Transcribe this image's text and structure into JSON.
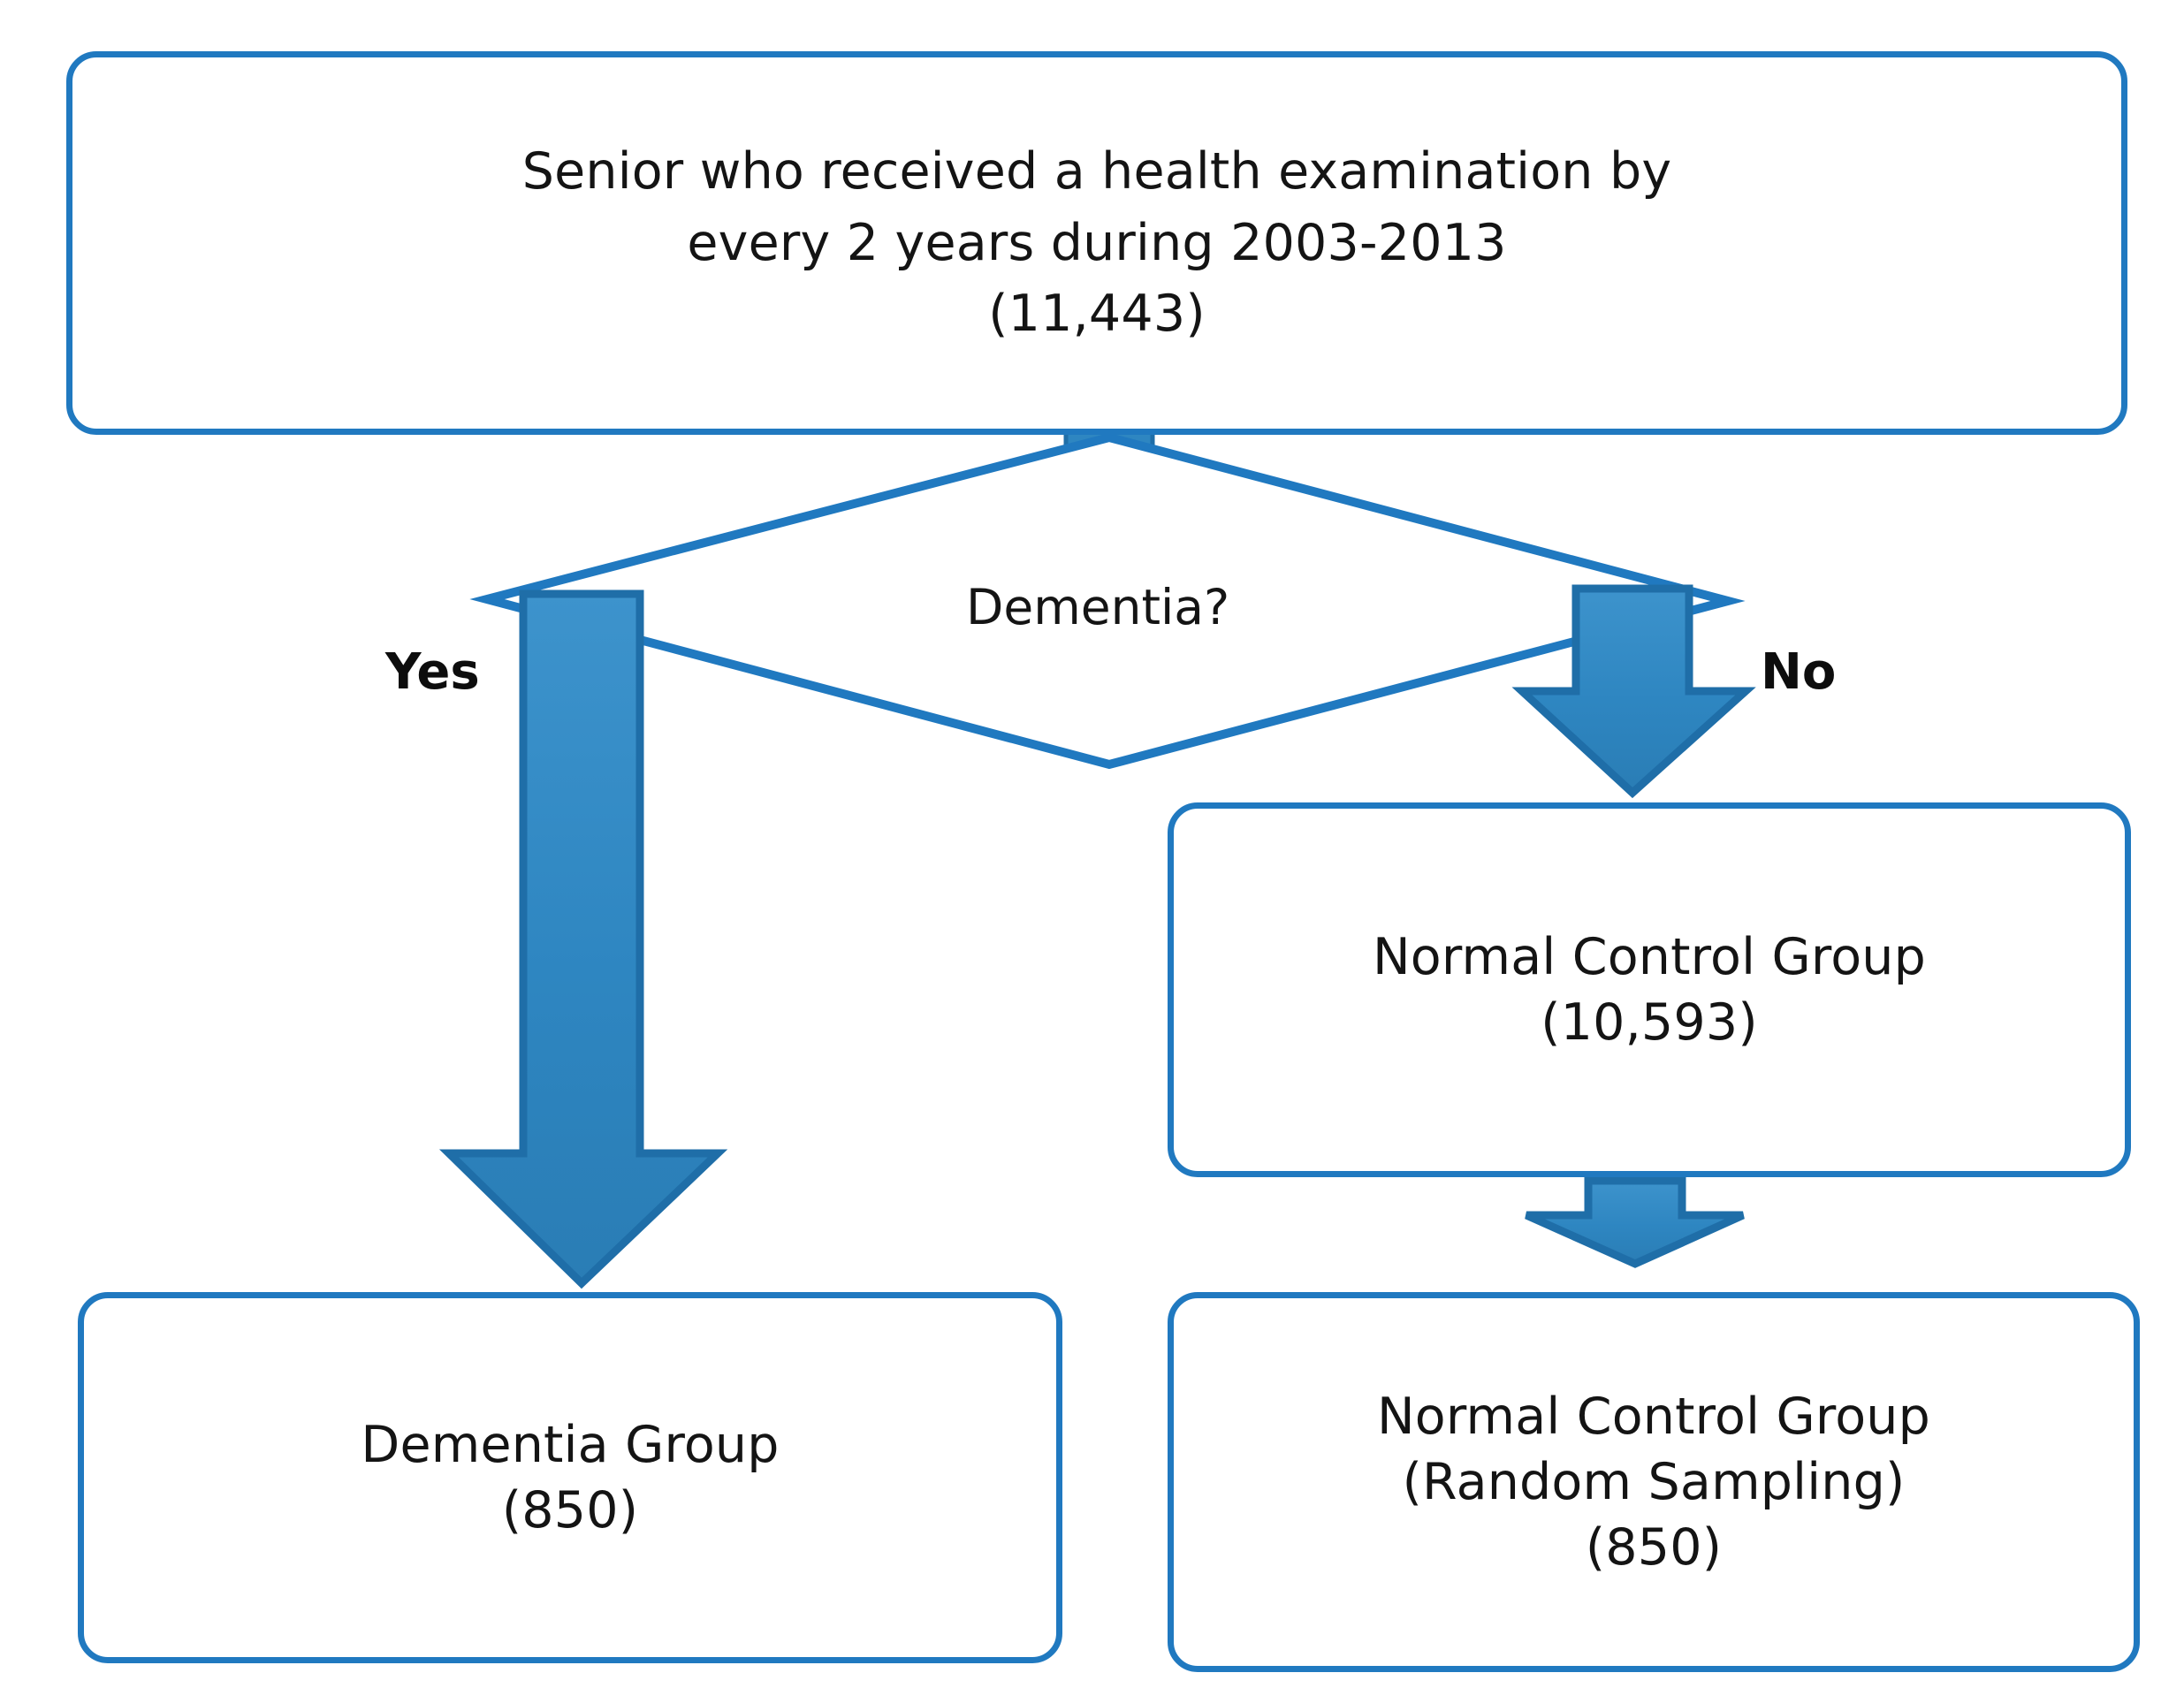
{
  "diagram": {
    "title": "Study population selection flowchart",
    "colors": {
      "outline_blue": "#2079c0",
      "arrow_fill": "#2e86c1",
      "arrow_stroke": "#1f6ea8",
      "text_black": "#141414",
      "background": "#ffffff"
    },
    "nodes": {
      "source_population": {
        "shape": "rounded-rectangle",
        "lines": [
          "Senior who received a health examination by",
          "every 2 years during 2003-2013",
          "(11,443)"
        ],
        "count": "11,443"
      },
      "decision": {
        "shape": "diamond",
        "label": "Dementia?"
      },
      "normal_control": {
        "shape": "rounded-rectangle",
        "lines": [
          "Normal Control Group",
          "(10,593)"
        ],
        "count": "10,593"
      },
      "dementia_group": {
        "shape": "rounded-rectangle",
        "lines": [
          "Dementia Group",
          "(850)"
        ],
        "count": "850"
      },
      "normal_control_sampled": {
        "shape": "rounded-rectangle",
        "lines": [
          "Normal Control Group",
          "(Random Sampling)",
          "(850)"
        ],
        "count": "850"
      }
    },
    "edges": {
      "yes_label": "Yes",
      "no_label": "No"
    }
  }
}
